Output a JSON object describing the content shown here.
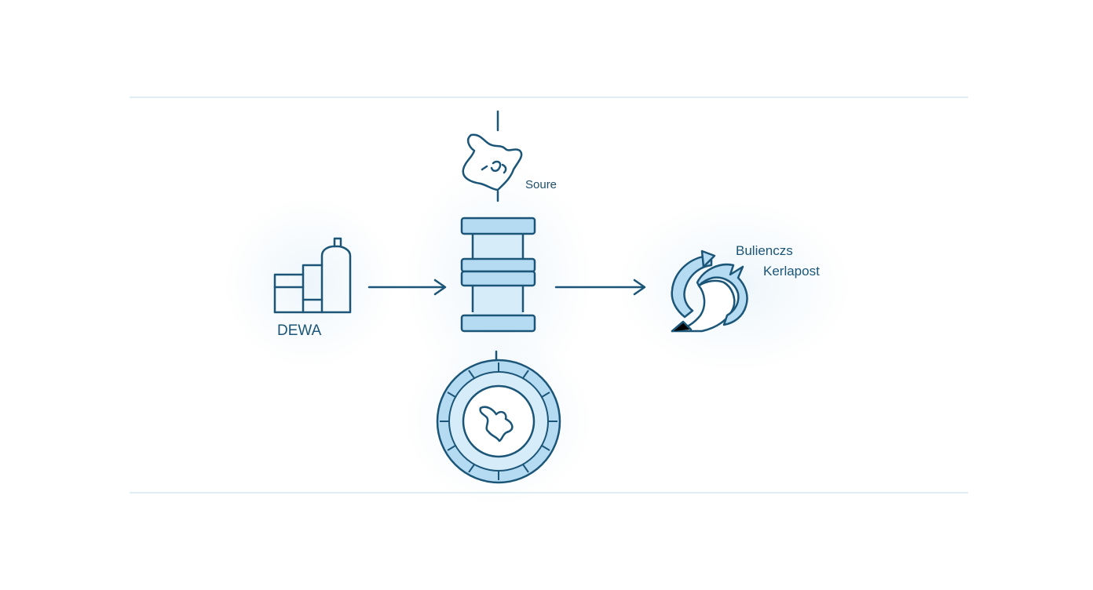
{
  "diagram": {
    "nodes": {
      "source": {
        "label": "Soure",
        "icon": "map-icon"
      },
      "dewa": {
        "label": "DEWA",
        "icon": "factory-icon"
      },
      "hub": {
        "icon": "pipe-icon"
      },
      "bottom": {
        "icon": "gear-icon"
      },
      "output": {
        "label_line1": "Bulienczs",
        "label_line2": "Kerlapost",
        "icon": "cycle-arrows-icon"
      }
    },
    "edges": [
      {
        "from": "dewa",
        "to": "hub"
      },
      {
        "from": "hub",
        "to": "output"
      }
    ],
    "colors": {
      "stroke": "#1b5577",
      "fill": "#b5dbf3",
      "fill_light": "#d7ecf9",
      "rule": "#d6e7f2",
      "halo": "#eef6fb"
    }
  }
}
